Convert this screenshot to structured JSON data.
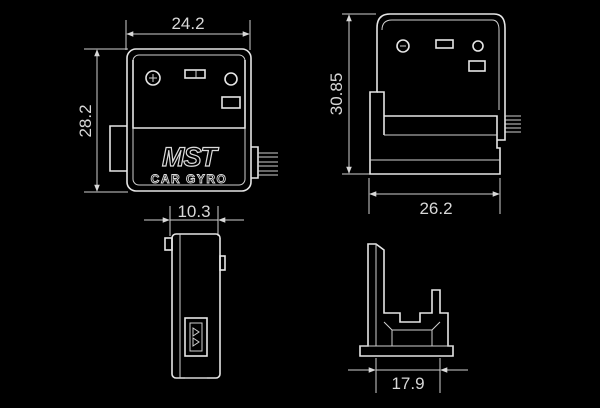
{
  "dimensions": {
    "front_width": "24.2",
    "front_height": "28.2",
    "side_height": "30.85",
    "side_width": "26.2",
    "depth": "10.3",
    "bottom_width": "17.9"
  },
  "label": {
    "brand": "MST",
    "product": "CAR GYRO"
  },
  "colors": {
    "background": "#000000",
    "line": "#e6e6e6"
  }
}
